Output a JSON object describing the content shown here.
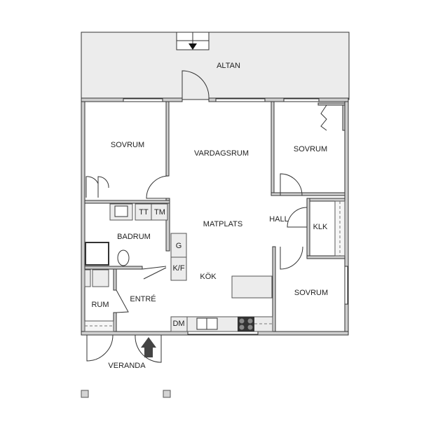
{
  "rooms": {
    "altan": "ALTAN",
    "sovrum_left": "SOVRUM",
    "vardagsrum": "VARDAGSRUM",
    "sovrum_right": "SOVRUM",
    "matplats": "MATPLATS",
    "hall": "HALL",
    "klk": "KLK",
    "badrum": "BADRUM",
    "kok": "KÖK",
    "sovrum_bottom": "SOVRUM",
    "rum": "RUM",
    "entre": "ENTRÉ",
    "veranda": "VERANDA"
  },
  "fixtures": {
    "tt": "TT",
    "tm": "TM",
    "g": "G",
    "kf": "K/F",
    "dm": "DM"
  },
  "colors": {
    "wall": "#cfcfcf",
    "terrace": "#ececec",
    "arrow": "#444444"
  }
}
